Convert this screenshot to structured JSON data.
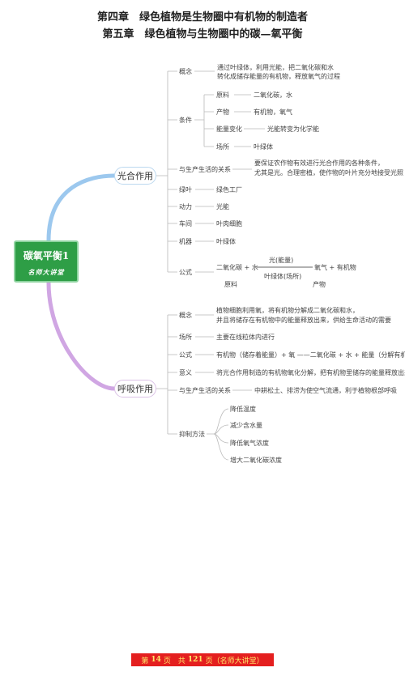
{
  "header": {
    "title1": "第四章　绿色植物是生物圈中有机物的制造者",
    "title2": "第五章　绿色植物与生物圈中的碳—氧平衡"
  },
  "root": {
    "title": "碳氧平衡1",
    "subtitle": "名师大讲堂"
  },
  "photosynthesis": {
    "label": "光合作用",
    "concept": {
      "label": "概念",
      "line1": "通过叶绿体，利用光能，把二氧化碳和水",
      "line2": "转化成储存能量的有机物，释放氧气的过程"
    },
    "conditions": {
      "label": "条件",
      "raw": {
        "label": "原料",
        "value": "二氧化碳，水"
      },
      "product": {
        "label": "产物",
        "value": "有机物，氧气"
      },
      "energy": {
        "label": "能量变化",
        "value": "光能转变为化学能"
      },
      "site": {
        "label": "场所",
        "value": "叶绿体"
      }
    },
    "relation": {
      "label": "与生产生活的关系",
      "line1": "要保证农作物有效进行光合作用的各种条件，",
      "line2": "尤其是光。合理密植，使作物的叶片充分地接受光照"
    },
    "leaf": {
      "label": "绿叶",
      "value": "绿色工厂"
    },
    "power": {
      "label": "动力",
      "value": "光能"
    },
    "workshop": {
      "label": "车间",
      "value": "叶肉细胞"
    },
    "machine": {
      "label": "机器",
      "value": "叶绿体"
    },
    "formula": {
      "label": "公式",
      "left": "二氧化碳 + 水",
      "above": "光(能量)",
      "below": "叶绿体(场所)",
      "right": "氧气 + 有机物",
      "raw_label": "原料",
      "product_label": "产物"
    }
  },
  "respiration": {
    "label": "呼吸作用",
    "concept": {
      "label": "概念",
      "line1": "植物细胞利用氧，将有机物分解成二氧化碳和水，",
      "line2": "并且将储存在有机物中的能量释放出来，供给生命活动的需要"
    },
    "site": {
      "label": "场所",
      "value": "主要在线粒体内进行"
    },
    "formula": {
      "label": "公式",
      "value": "有机物（储存着能量）+ 氧 ——二氧化碳 + 水 + 能量（分解有机物"
    },
    "meaning": {
      "label": "意义",
      "value": "将光合作用制造的有机物氧化分解，把有机物里储存的能量释放出来"
    },
    "relation": {
      "label": "与生产生活的关系",
      "value": "中耕松土、排涝为使空气流通，利于植物根部呼吸"
    },
    "inhibit": {
      "label": "抑制方法",
      "items": [
        "降低温度",
        "减少含水量",
        "降低氧气浓度",
        "增大二氧化碳浓度"
      ]
    }
  },
  "footer": {
    "pre": "第",
    "page": "14",
    "mid1": "页　共",
    "total": "121",
    "mid2": "页（名师大讲堂）"
  },
  "colors": {
    "root_bg": "#2e9e46",
    "branch1": "#9cc8ee",
    "branch2": "#d0a6e3",
    "footer_bg": "#e41f1f",
    "footer_text": "#ffe86a"
  }
}
